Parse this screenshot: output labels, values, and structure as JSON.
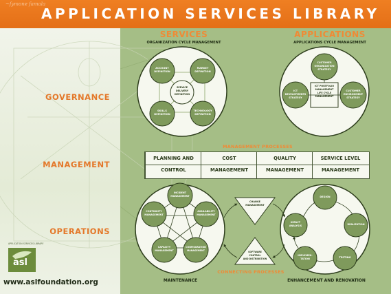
{
  "header": {
    "title": "APPLICATION SERVICES LIBRARY",
    "scribble": "~ſymone famala"
  },
  "rows": {
    "governance": "GOVERNANCE",
    "management": "MANAGEMENT",
    "operations": "OPERATIONS"
  },
  "services": {
    "title": "SERVICES",
    "subtitle": "ORGANIZATION CYCLE MANAGEMENT",
    "circles": {
      "account": [
        "ACCOUNT",
        "DEFINITION"
      ],
      "market": [
        "MARKET",
        "DEFINITION"
      ],
      "center": [
        "SERVICE",
        "DELIVERY",
        "DEFINITION"
      ],
      "skills": [
        "SKILLS",
        "DEFINITION"
      ],
      "technology": [
        "TECHNOLOGY",
        "DEFINITION"
      ]
    }
  },
  "applications": {
    "title": "APPLICATIONS",
    "subtitle": "APPLICATIONS CYCLE MANAGEMENT",
    "circles": {
      "customer_org": [
        "CUSTOMER",
        "ORGANIZATION",
        "STRATEGY"
      ],
      "ict_dev": [
        "ICT",
        "DEVELOPMENTS",
        "STRATEGY"
      ],
      "customer_env": [
        "CUSTOMER",
        "ENVIRONMENT",
        "STRATEGY"
      ]
    },
    "box": [
      "ICT PORTFOLIO",
      "MANAGEMENT",
      "LIFE CYCLE",
      "MANAGEMENT"
    ]
  },
  "management": {
    "label": "MANAGEMENT PROCESSES",
    "cells": [
      [
        "PLANNING AND",
        "CONTROL"
      ],
      [
        "COST",
        "MANAGEMENT"
      ],
      [
        "QUALITY",
        "MANAGEMENT"
      ],
      [
        "SERVICE LEVEL",
        "MANAGEMENT"
      ]
    ]
  },
  "maintenance": {
    "label": "MAINTENANCE",
    "circles": {
      "incident": [
        "INCIDENT",
        "MANAGEMENT"
      ],
      "availability": [
        "AVAILABILITY",
        "MANAGEMENT"
      ],
      "configuration": [
        "CONFIGURATION",
        "MANAGEMENT"
      ],
      "capacity": [
        "CAPACITY",
        "MANAGEMENT"
      ],
      "continuity": [
        "CONTINUITY",
        "MANAGEMENT"
      ]
    }
  },
  "connecting": {
    "label": "CONNECTING PROCESSES",
    "change": [
      "CHANGE",
      "MANAGEMENT"
    ],
    "software": [
      "SOFTWARE",
      "CONTROL",
      "AND DISTRIBUTION"
    ]
  },
  "enhancement": {
    "label": "ENHANCEMENT AND RENOVATION",
    "circles": {
      "design": [
        "DESIGN"
      ],
      "realization": [
        "REALIZATION"
      ],
      "testing": [
        "TESTING"
      ],
      "implementation": [
        "IMPLEMEN-",
        "TATION"
      ],
      "impact": [
        "IMPACT",
        "ANALYSIS"
      ]
    }
  },
  "footer": {
    "url": "www.aslfoundation.org",
    "logo_text": "asl",
    "logo_top": "APPLICATION SERVICES LIBRARY"
  },
  "colors": {
    "banner": "#ec7a1f",
    "green": "#a5be86",
    "circle_fill": "#7f9a5c",
    "accent_text": "#f08a35"
  }
}
